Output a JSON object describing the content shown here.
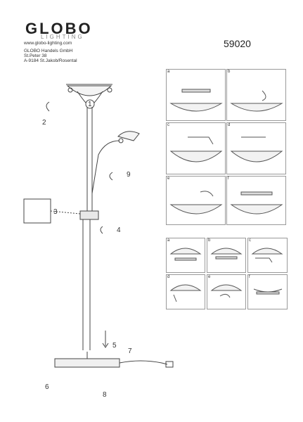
{
  "brand": {
    "name": "GLOBO",
    "sub": "LIGHTING",
    "website": "www.globo-lighting.com",
    "address1": "GLOBO Handels GmbH",
    "address2": "St.Peter 38",
    "address3": "A-9184 St.Jakob/Rosental"
  },
  "model": "59020",
  "callouts": [
    "1",
    "2",
    "3",
    "4",
    "5",
    "6",
    "7",
    "8",
    "9"
  ],
  "panel_top": [
    "a",
    "b",
    "c",
    "d",
    "e",
    "f"
  ],
  "panel_bottom": [
    "a",
    "b",
    "c",
    "d",
    "e",
    "f"
  ]
}
